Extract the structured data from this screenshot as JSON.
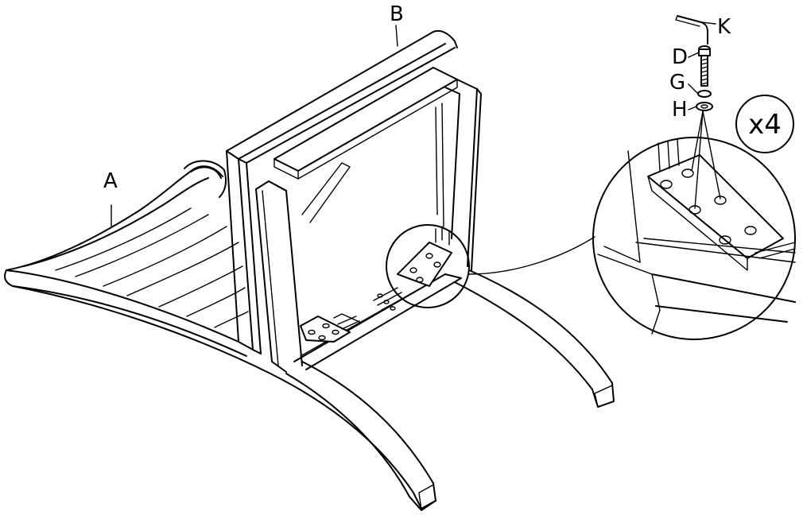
{
  "labels": {
    "seat": "A",
    "back": "B",
    "hex_key": "K",
    "bolt": "D",
    "lock_washer": "G",
    "flat_washer": "H"
  },
  "quantity": "x4"
}
